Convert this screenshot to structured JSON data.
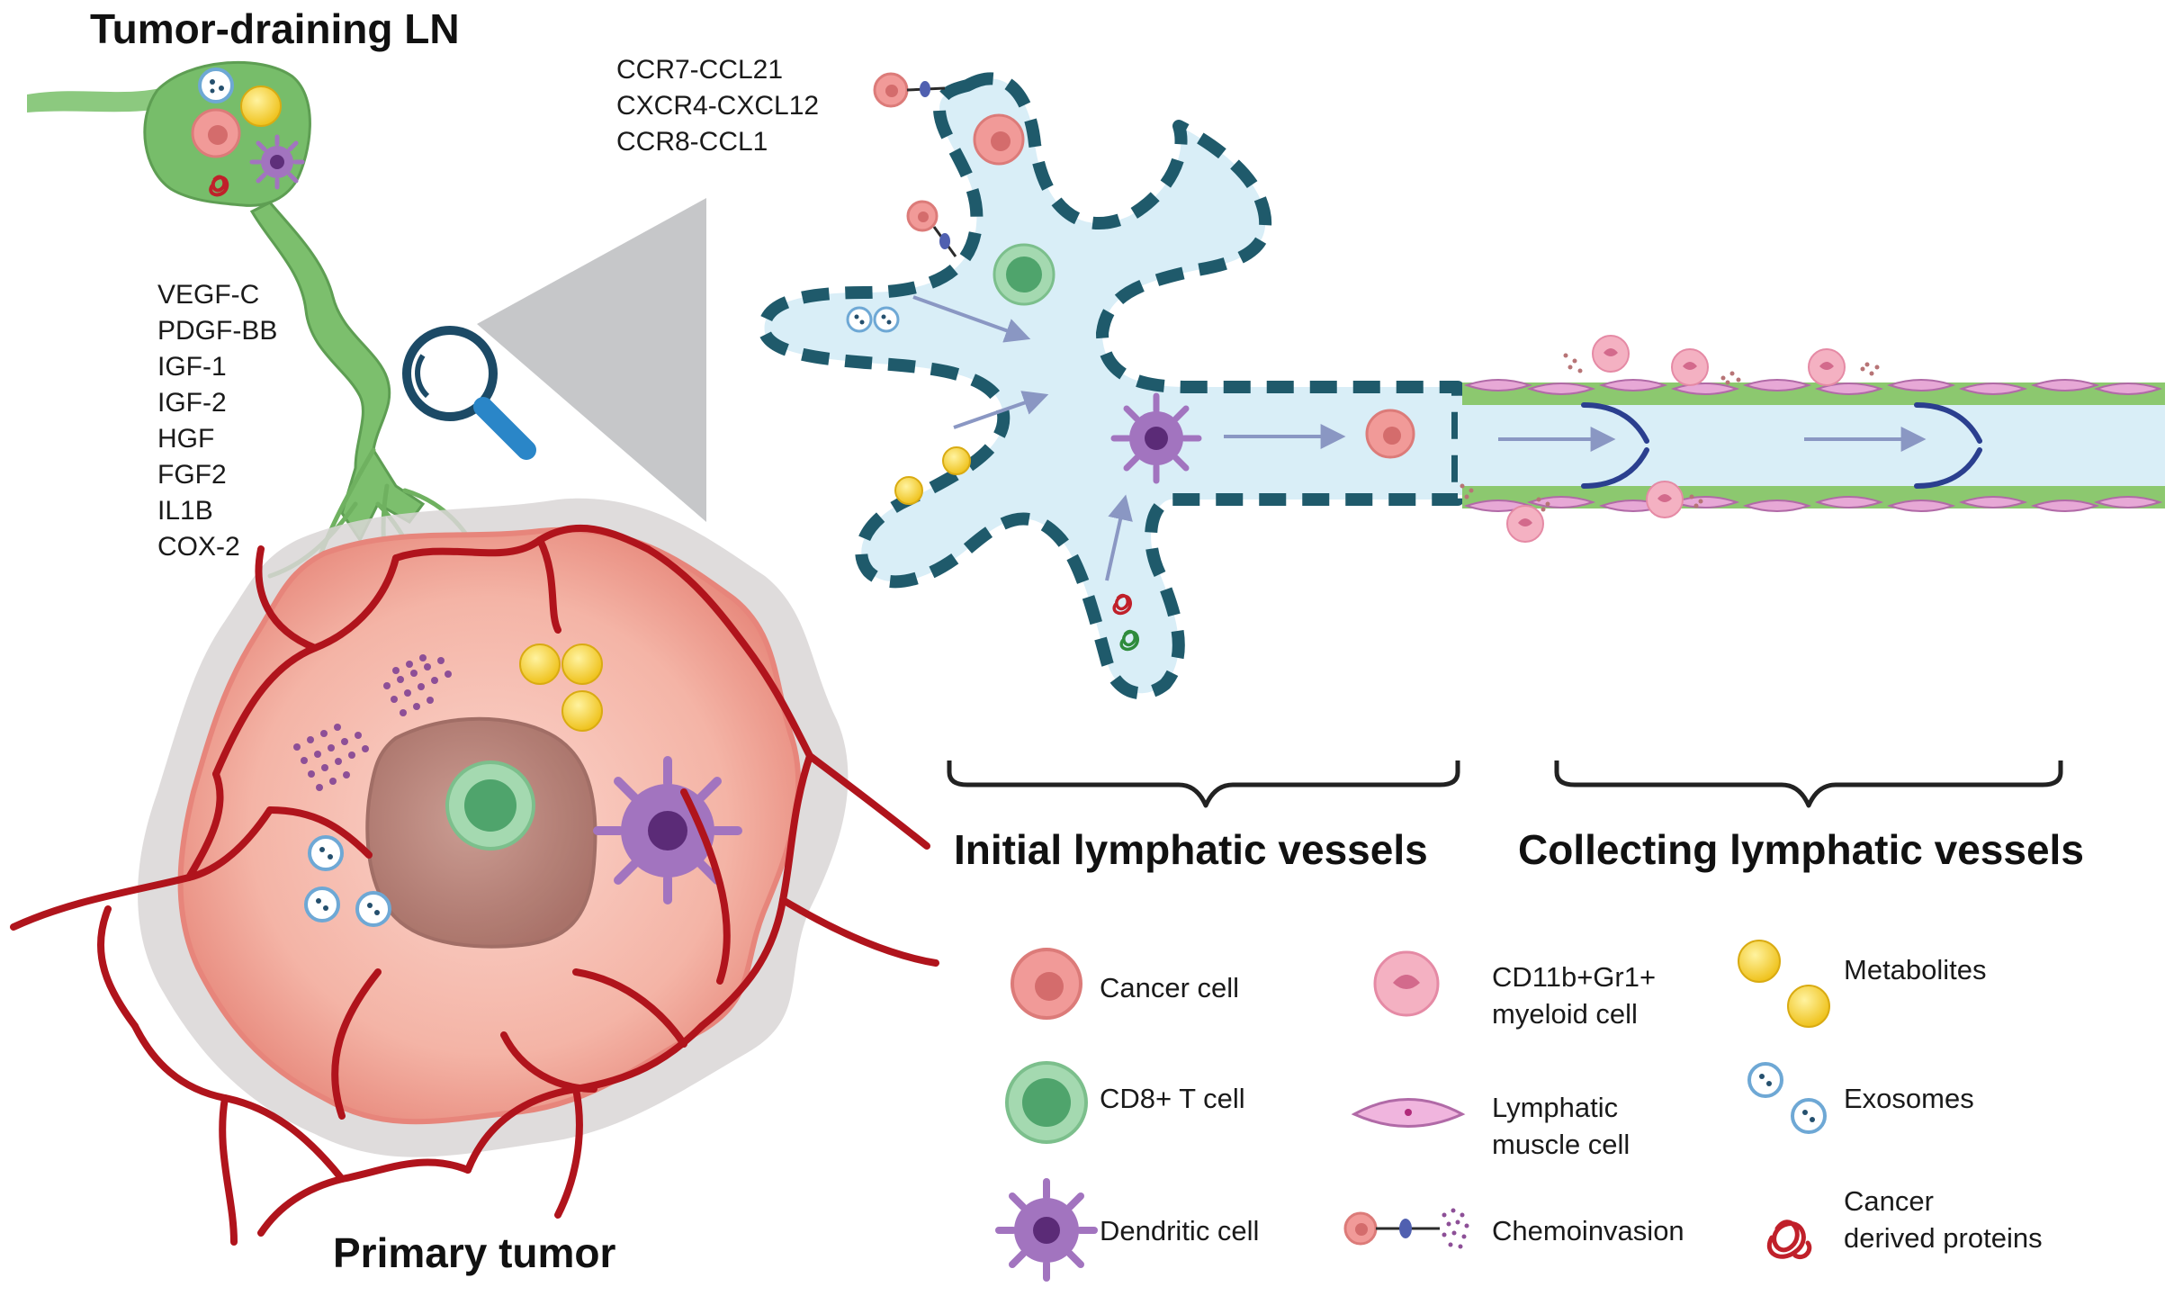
{
  "titles": {
    "lymph_node": "Tumor-draining LN",
    "primary_tumor": "Primary tumor",
    "initial_vessels": "Initial lymphatic vessels",
    "collecting_vessels": "Collecting lymphatic vessels"
  },
  "chemokine_pairs": [
    "CCR7-CCL21",
    "CXCR4-CXCL12",
    "CCR8-CCL1"
  ],
  "growth_factors": [
    "VEGF-C",
    "PDGF-BB",
    "IGF-1",
    "IGF-2",
    "HGF",
    "FGF2",
    "IL1B",
    "COX-2"
  ],
  "legend": {
    "cancer_cell": "Cancer cell",
    "cd8_t_cell": "CD8+ T cell",
    "dendritic_cell": "Dendritic cell",
    "myeloid_cell_line1": "CD11b+Gr1+",
    "myeloid_cell_line2": "myeloid cell",
    "muscle_cell_line1": "Lymphatic",
    "muscle_cell_line2": "muscle cell",
    "chemoinvasion": "Chemoinvasion",
    "metabolites": "Metabolites",
    "exosomes": "Exosomes",
    "proteins_line1": "Cancer",
    "proteins_line2": "derived proteins"
  },
  "colors": {
    "vessel_outline": "#1f5a6b",
    "vessel_fill": "#d9eef7",
    "tumor_fill": "#f3b3a7",
    "tumor_core": "#b98077",
    "blood_vessel": "#b0141c",
    "lymph_green": "#6db564",
    "cancer_cell": "#ee9c9b",
    "t_cell": "#6fbf8a",
    "dendritic": "#8e5aa8",
    "metabolite": "#f5d230",
    "exosome": "#9ec9e6"
  },
  "icons": [
    "magnifier-icon",
    "bracket-icon",
    "arrow-icon"
  ]
}
